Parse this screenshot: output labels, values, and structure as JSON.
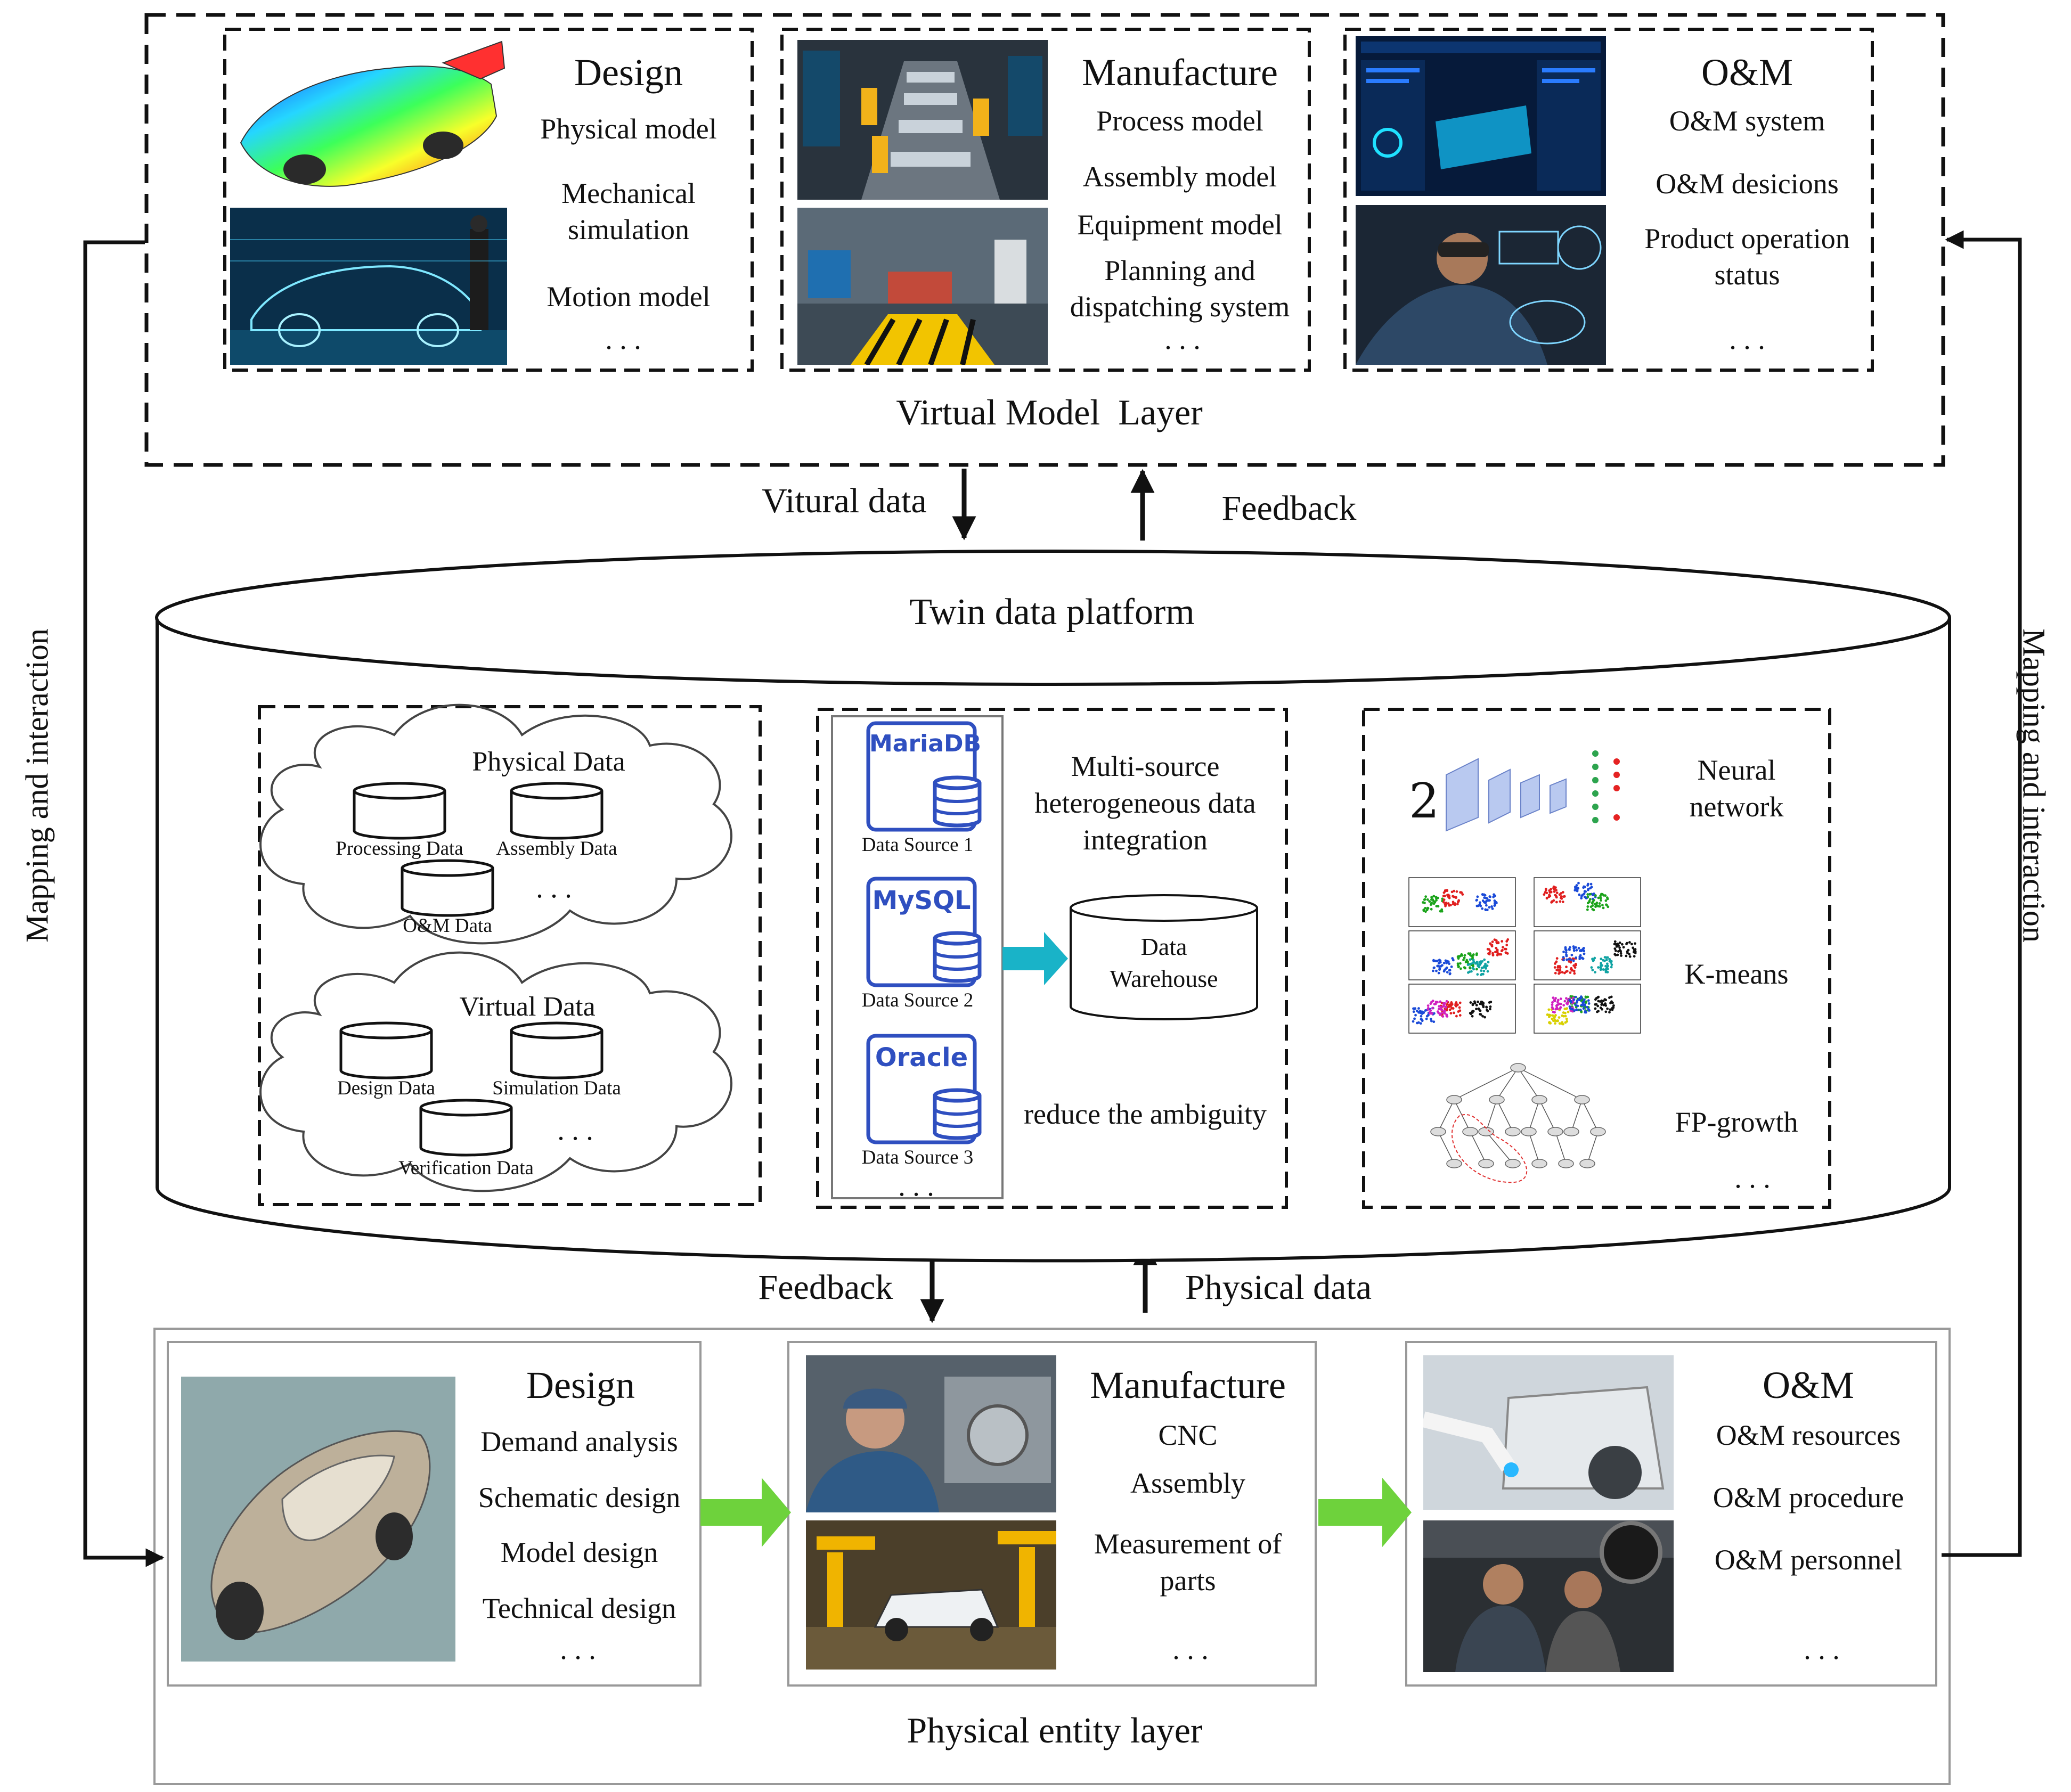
{
  "virtual_layer": {
    "label": "Virtual Model  Layer",
    "design": {
      "title": "Design",
      "items": [
        "Physical model",
        "Mechanical\nsimulation",
        "Motion model",
        ". . ."
      ]
    },
    "manufacture": {
      "title": "Manufacture",
      "items": [
        "Process model",
        "Assembly model",
        "Equipment model",
        "Planning and\ndispatching system",
        ". . ."
      ]
    },
    "om": {
      "title": "O&M",
      "items": [
        "O&M system",
        "O&M desicions",
        "Product operation\nstatus",
        ". . ."
      ]
    }
  },
  "arrows": {
    "virtual_data": "Vitural data",
    "feedback_top": "Feedback",
    "feedback_bottom": "Feedback",
    "physical_data": "Physical data",
    "mapping_left": "Mapping and interaction",
    "mapping_right": "Mapping and interaction"
  },
  "platform": {
    "title": "Twin data platform",
    "physical_data": {
      "title": "Physical Data",
      "items": [
        "Processing Data",
        "Assembly Data",
        "O&M Data"
      ],
      "more": ". . ."
    },
    "virtual_data": {
      "title": "Virtual Data",
      "items": [
        "Design Data",
        "Simulation Data",
        "Verification Data"
      ],
      "more": ". . ."
    },
    "sources": [
      {
        "db": "MariaDB",
        "label": "Data Source 1"
      },
      {
        "db": "MySQL",
        "label": "Data Source 2"
      },
      {
        "db": "Oracle",
        "label": "Data Source 3"
      }
    ],
    "sources_more": ". . .",
    "integration": "Multi-source\nheterogeneous data\nintegration",
    "warehouse": "Data\nWarehouse",
    "ambiguity": "reduce the ambiguity",
    "algorithms": [
      "Neural\nnetwork",
      "K-means",
      "FP-growth"
    ],
    "algorithms_more": ". . ."
  },
  "physical_layer": {
    "label": "Physical entity layer",
    "design": {
      "title": "Design",
      "items": [
        "Demand analysis",
        "Schematic design",
        "Model design",
        "Technical design",
        ". . ."
      ]
    },
    "manufacture": {
      "title": "Manufacture",
      "items": [
        "CNC",
        "Assembly",
        "Measurement of\nparts",
        ". . ."
      ]
    },
    "om": {
      "title": "O&M",
      "items": [
        "O&M resources",
        "O&M procedure",
        "O&M personnel",
        ". . ."
      ]
    }
  },
  "colors": {
    "db_blue": "#2f4fc0",
    "flow_cyan": "#19b3c8",
    "flow_green": "#6ed23c"
  }
}
